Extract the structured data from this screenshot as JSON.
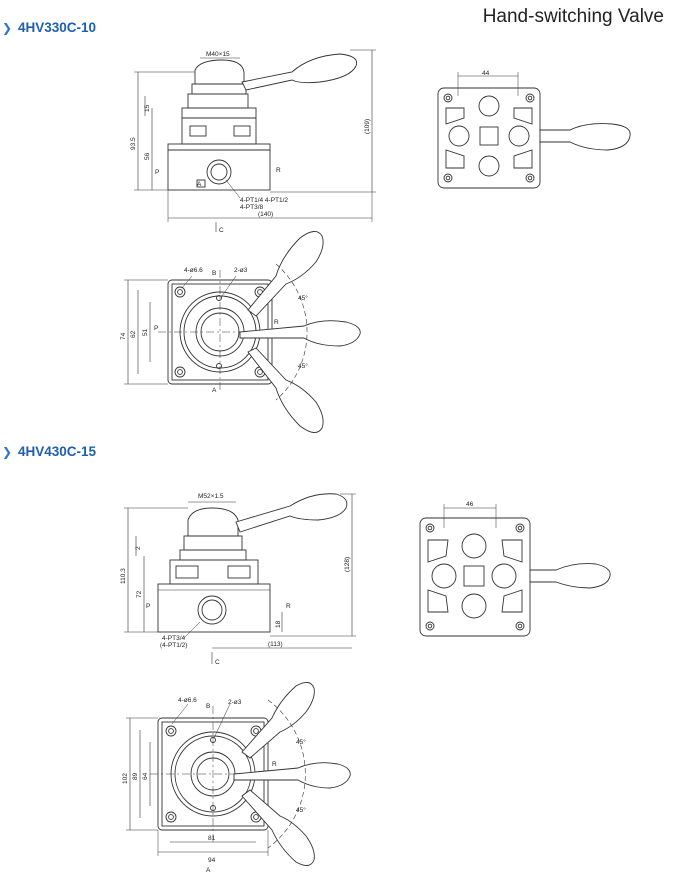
{
  "document": {
    "title": "Hand-switching Valve"
  },
  "sections": [
    {
      "model": "4HV330C-10",
      "front_view": {
        "thread": "M40×15",
        "dim_height_total": "93.5",
        "dim_handle_offset": "15",
        "dim_body_height": "56",
        "dim_overall_height": "(109)",
        "dim_overall_width": "(140)",
        "port_left": "P",
        "port_right": "R",
        "port_front": "A",
        "note_line1": "4-PT1/4  4-PT1/2",
        "note_line2": "4-PT3/8",
        "section_mark": "C"
      },
      "side_view": {
        "dim_pitch": "44"
      },
      "top_view": {
        "holes": "4-ø6.6",
        "pins": "2-ø3",
        "dim_outer": "74",
        "dim_mid": "62",
        "dim_inner": "51",
        "angle_upper": "45°",
        "angle_lower": "45°",
        "port_b": "B",
        "port_p": "P",
        "port_r": "R",
        "port_a": "A"
      }
    },
    {
      "model": "4HV430C-15",
      "front_view": {
        "thread": "M52×1.5",
        "dim_handle_offset": "2",
        "dim_height_total": "110.3",
        "dim_body_height": "72",
        "dim_port_height": "18",
        "dim_overall_height": "(128)",
        "dim_overall_width": "(113)",
        "port_left": "P",
        "port_right": "R",
        "note_line1": "4-PT3/4",
        "note_line2": "(4-PT1/2)",
        "section_mark": "C"
      },
      "side_view": {
        "dim_pitch": "46"
      },
      "top_view": {
        "holes": "4-ø6.6",
        "pins": "2-ø3",
        "dim_outer": "102",
        "dim_mid": "89",
        "dim_inner": "64",
        "dim_width_inner": "81",
        "dim_width_outer": "94",
        "angle_upper": "45°",
        "angle_lower": "45°",
        "port_b": "B",
        "port_r": "R",
        "port_a": "A"
      }
    }
  ]
}
